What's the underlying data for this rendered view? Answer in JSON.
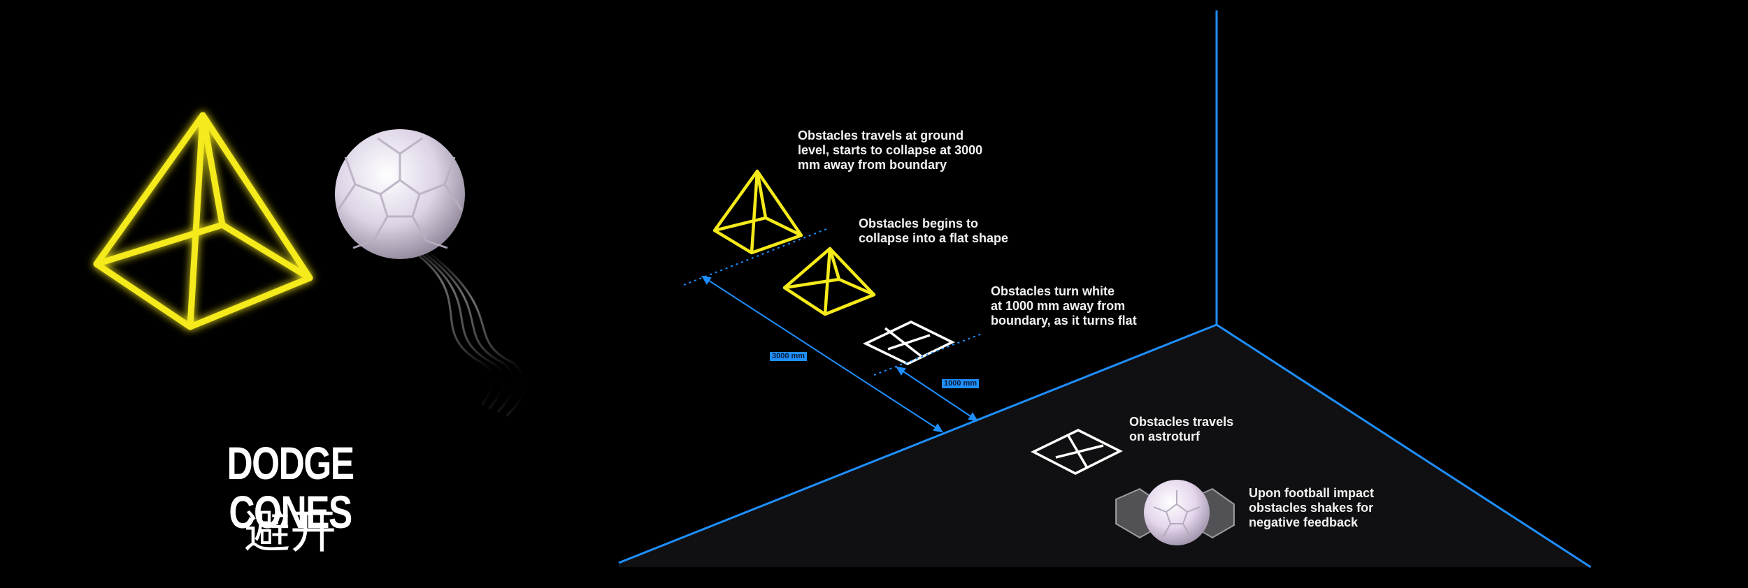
{
  "title": {
    "en": "DODGE CONES",
    "zh": "避开"
  },
  "annotations": {
    "ground_level": "Obstacles travels at ground\nlevel, starts to collapse at 3000\nmm away from boundary",
    "collapse": "Obstacles begins to\ncollapse into a flat shape",
    "turn_white": "Obstacles turn white\nat 1000 mm away from\nboundary, as it turns flat",
    "astroturf": "Obstacles travels\non astroturf",
    "impact": "Upon football impact\nobstacles shakes for\nnegative feedback"
  },
  "dimensions": {
    "far": "3000 mm",
    "near": "1000 mm"
  },
  "colors": {
    "background": "#000000",
    "cone_yellow": "#f5ea1a",
    "boundary_blue": "#1f8fff",
    "floor": "#101012",
    "flat_white": "#ffffff"
  },
  "icons": {
    "cone": "pyramid-wireframe-icon",
    "ball": "football-icon",
    "flat": "flat-square-cross-icon"
  }
}
